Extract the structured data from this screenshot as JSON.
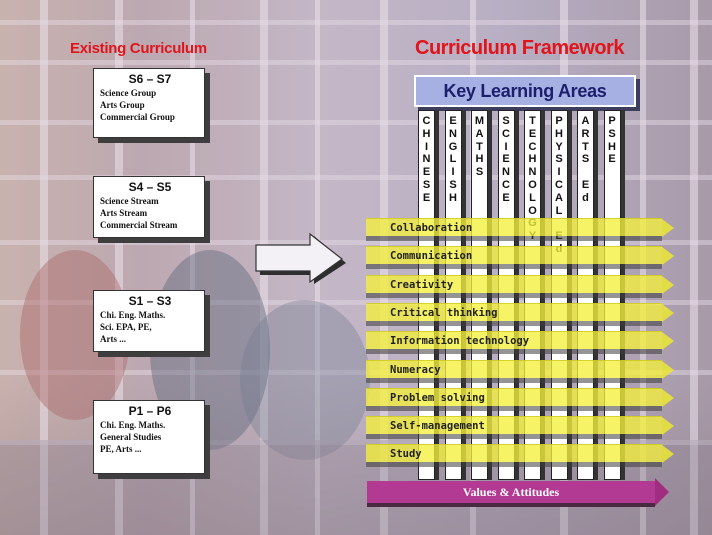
{
  "headings": {
    "existing": "Existing Curriculum",
    "framework": "Curriculum Framework"
  },
  "stages": [
    {
      "title": "S6 – S7",
      "lines": [
        "Science Group",
        "Arts Group",
        "Commercial Group"
      ]
    },
    {
      "title": "S4 – S5",
      "lines": [
        "Science Stream",
        "Arts Stream",
        "Commercial Stream"
      ]
    },
    {
      "title": "S1 – S3",
      "lines": [
        "Chi. Eng. Maths.",
        "Sci. EPA, PE,",
        "Arts ..."
      ]
    },
    {
      "title": "P1 – P6",
      "lines": [
        "Chi. Eng. Maths.",
        "General Studies",
        "PE, Arts ..."
      ]
    }
  ],
  "kla": {
    "title": "Key Learning Areas",
    "subjects": [
      "CHINESE",
      "ENGLISH",
      "MATHS",
      "SCIENCE",
      "TECHNOLOGY",
      "PHYSICAL Ed",
      "ARTS Ed",
      "PSHE"
    ]
  },
  "generic_skills": [
    "Collaboration",
    "Communication",
    "Creativity",
    "Critical thinking",
    "Information technology",
    "Numeracy",
    "Problem solving",
    "Self-management",
    "Study"
  ],
  "values_bar": "Values & Attitudes",
  "colors": {
    "heading_red": "#e2141b",
    "kla_box": "#a7b0e2",
    "kla_text": "#1c1f6e",
    "skill_bar": "#f3f03c",
    "values_bar": "#b23a92"
  }
}
